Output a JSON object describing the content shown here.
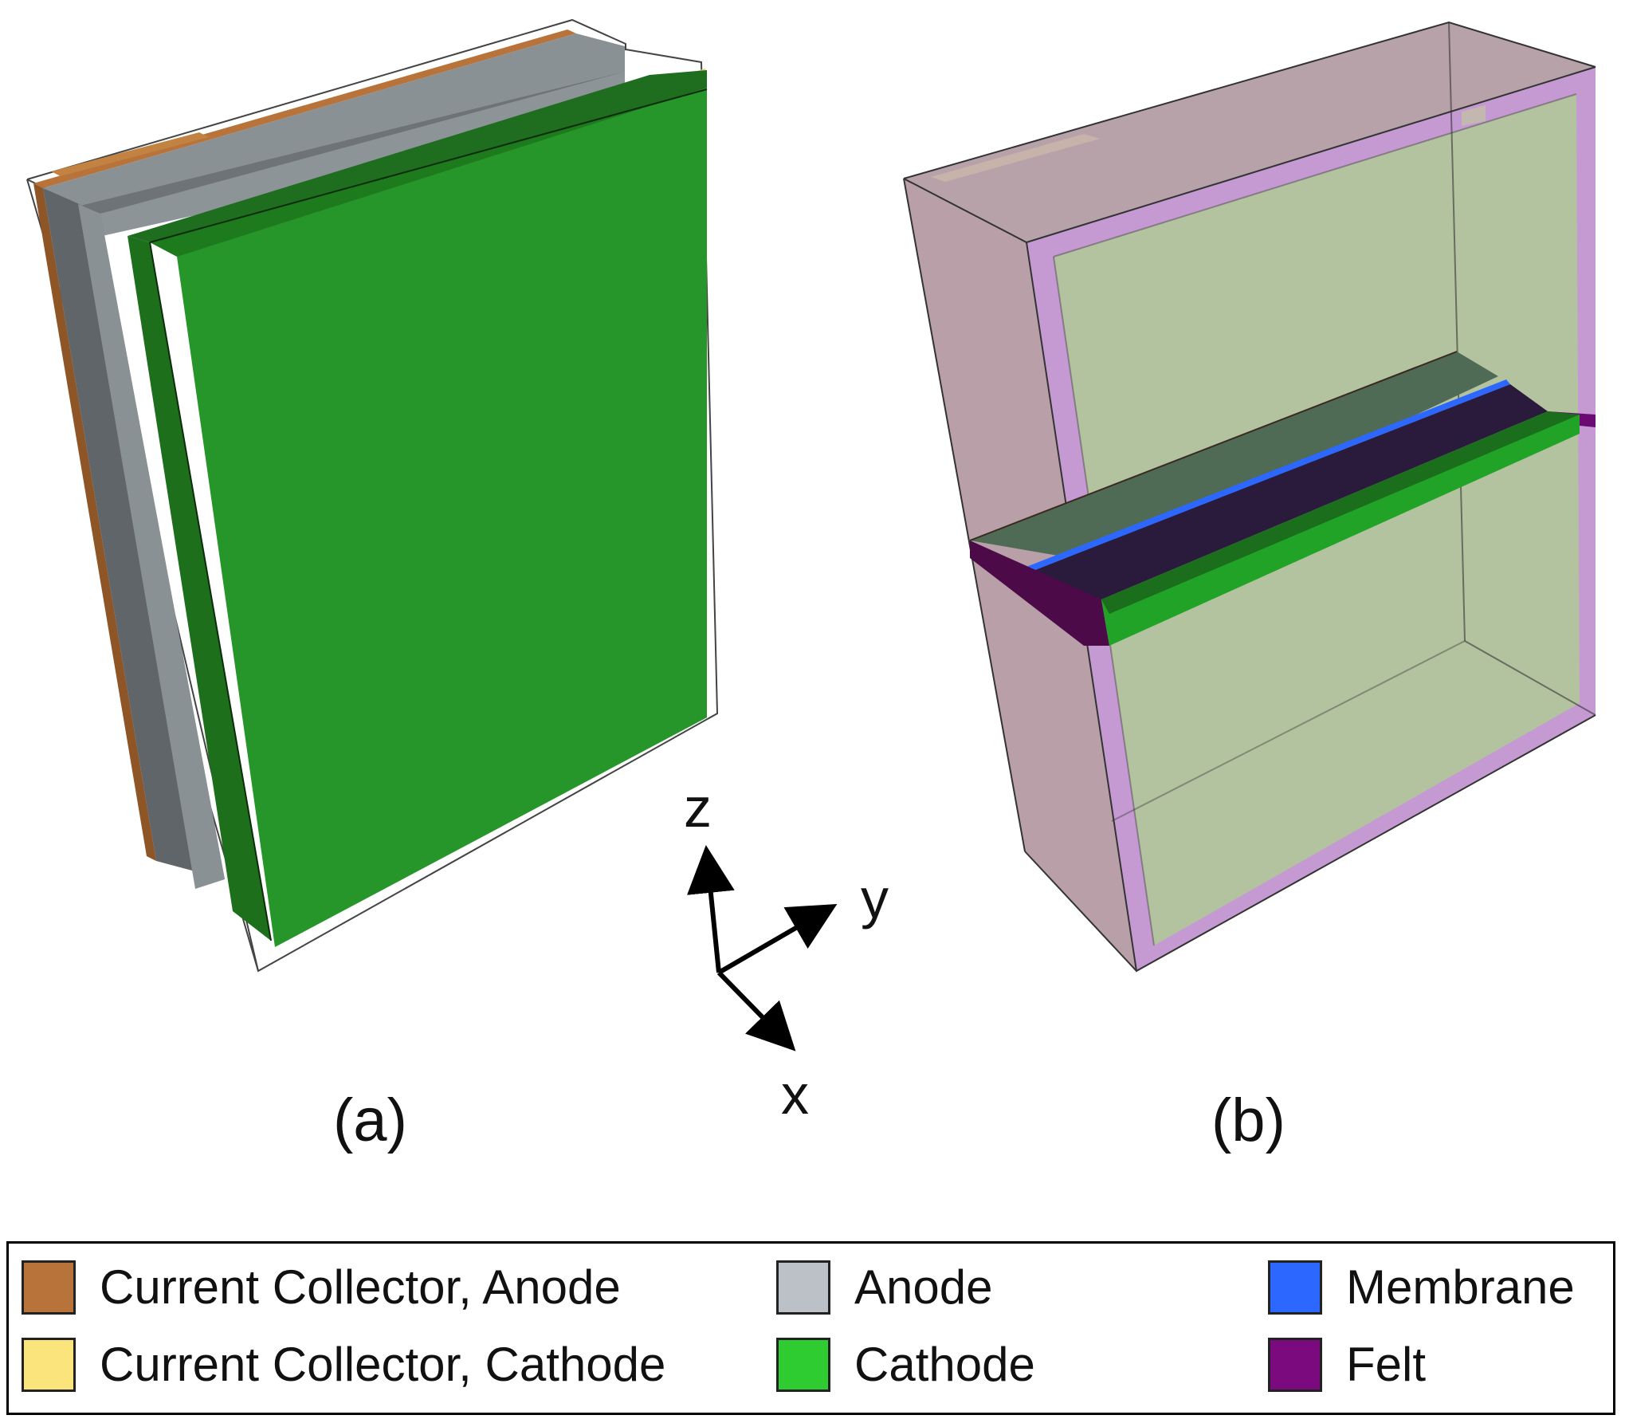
{
  "panels": {
    "a": "(a)",
    "b": "(b)"
  },
  "axes": {
    "z": "z",
    "y": "y",
    "x": "x"
  },
  "legend": [
    {
      "label": "Current Collector, Anode",
      "color": "#b8733a"
    },
    {
      "label": "Current Collector, Cathode",
      "color": "#fbe47c"
    },
    {
      "label": "Anode",
      "color": "#bcc1c7"
    },
    {
      "label": "Cathode",
      "color": "#2ecc30"
    },
    {
      "label": "Membrane",
      "color": "#2c68ff"
    },
    {
      "label": "Felt",
      "color": "#7a0a7e"
    }
  ]
}
